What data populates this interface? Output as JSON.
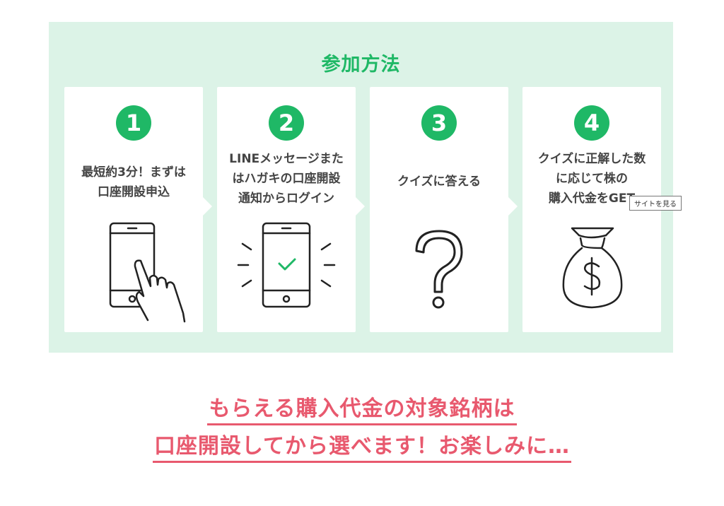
{
  "participation": {
    "title": "参加方法",
    "steps": [
      {
        "number": "1",
        "text": "最短約3分！まずは\n口座開設申込",
        "illustration": "smartphone-tap-icon"
      },
      {
        "number": "2",
        "text": "LINEメッセージまた\nはハガキの口座開設\n通知からログイン",
        "illustration": "smartphone-check-icon"
      },
      {
        "number": "3",
        "text": "クイズに答える",
        "illustration": "question-mark-icon"
      },
      {
        "number": "4",
        "text": "クイズに正解した数\nに応じて株の\n購入代金をGET",
        "illustration": "money-bag-icon"
      }
    ]
  },
  "tooltip": "サイトを見る",
  "promo": {
    "line1": "もらえる購入代金の対象銘柄は",
    "line2": "口座開設してから選べます！お楽しみに…"
  },
  "colors": {
    "accent_green": "#1fb866",
    "panel_bg": "#dcf3e7",
    "promo_pink": "#e8596e"
  }
}
